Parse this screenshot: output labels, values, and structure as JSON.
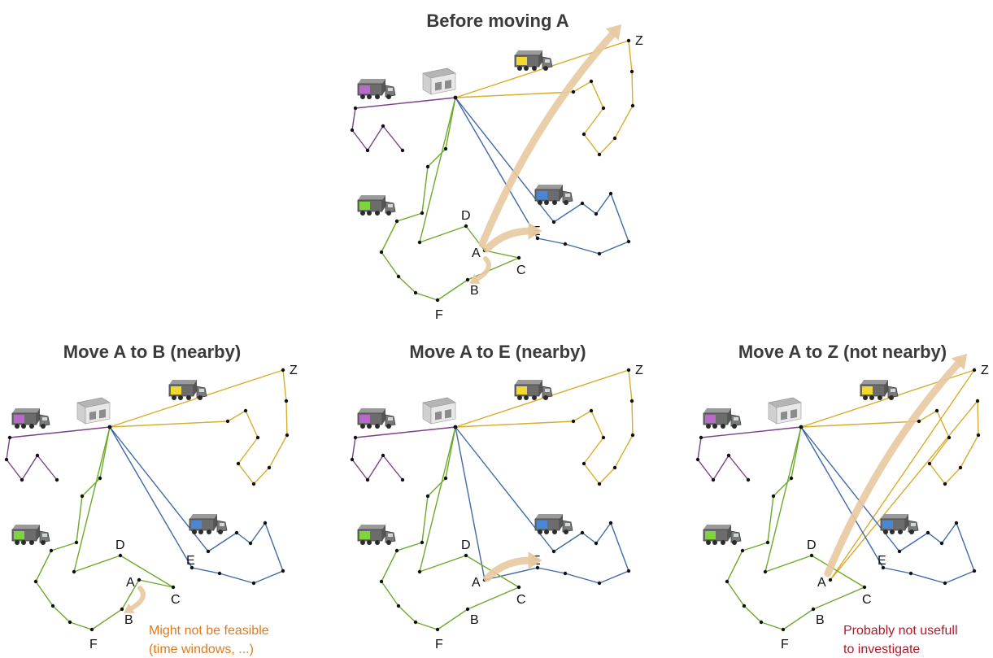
{
  "titles": {
    "top": "Before moving A",
    "left": "Move A to B (nearby)",
    "middle": "Move A to E (nearby)",
    "right": "Move A to Z (not nearby)"
  },
  "notes": {
    "left_line1": "Might not be feasible",
    "left_line2": "(time windows, ...)",
    "right_line1": "Probably not usefull",
    "right_line2": "to investigate"
  },
  "labels": {
    "A": "A",
    "B": "B",
    "C": "C",
    "D": "D",
    "E": "E",
    "F": "F",
    "Z": "Z"
  },
  "colors": {
    "purple": "#7c3f8c",
    "green": "#6aaa2a",
    "blue": "#3f6aa6",
    "yellow": "#d8ac2c",
    "arrow": "#e8c9a0",
    "note_orange": "#e07a1f",
    "note_red": "#b0192a",
    "truck_purple": "#b86ac8",
    "truck_green": "#7ed33e",
    "truck_blue": "#4a86d6",
    "truck_yellow": "#f1da2f"
  }
}
